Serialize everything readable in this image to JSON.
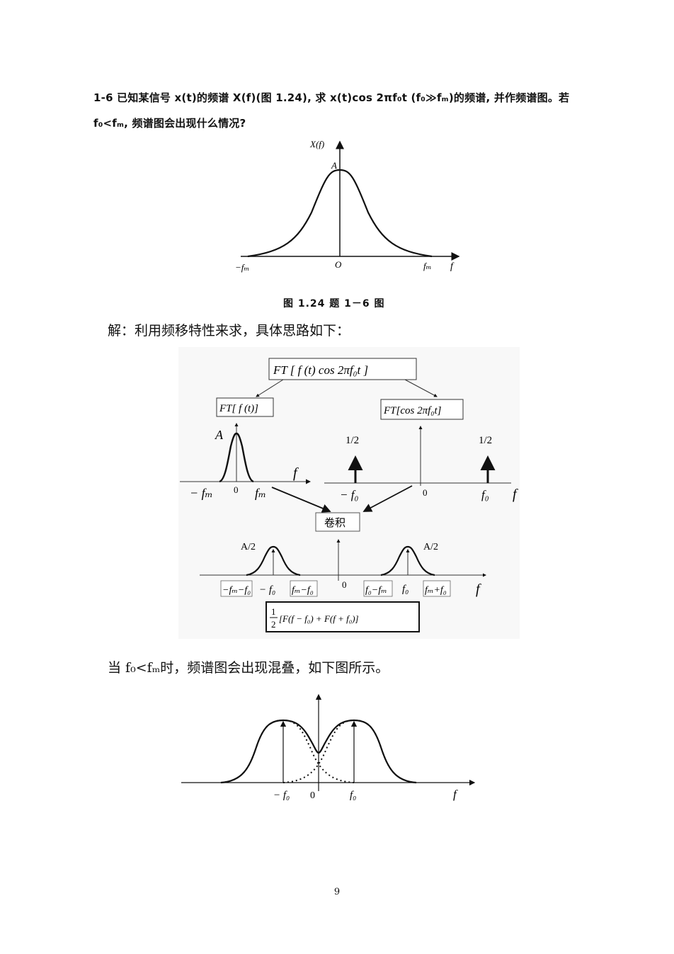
{
  "problem": {
    "line1": "1-6  已知某信号 x(t)的频谱 X(f)(图 1.24), 求 x(t)cos 2πf₀t (f₀≫fₘ)的频谱, 并作频谱图。若",
    "line2": "f₀<fₘ, 频谱图会出现什么情况?"
  },
  "figure1": {
    "y_label": "X(f)",
    "peak_label": "A",
    "origin_label": "O",
    "left_label": "−fₘ",
    "right_label": "fₘ",
    "axis_label": "f",
    "caption": "图 1.24   题 1－6 图"
  },
  "solution_intro": "解：利用频移特性来求，具体思路如下：",
  "diagram": {
    "top_box": "FT [ f (t) cos  2πf₀t ]",
    "left_box": "FT[ f (t)]",
    "right_box": "FT[cos 2πf₀t]",
    "left_peak": "A",
    "left_axis": "f",
    "left_neg": "− fₘ",
    "left_zero": "0",
    "left_pos": "fₘ",
    "impulse_left_label": "1/2",
    "impulse_right_label": "1/2",
    "right_neg": "− f₀",
    "right_zero": "0",
    "right_pos": "f₀",
    "right_axis": "f",
    "conv_box": "卷积",
    "bottom_left_peak": "A/2",
    "bottom_right_peak": "A/2",
    "b_l1": "−fₘ−f₀",
    "b_l2": "− f₀",
    "b_l3": "fₘ−f₀",
    "b_zero": "0",
    "b_r1": "f₀−fₘ",
    "b_r2": "f₀",
    "b_r3": "fₘ+f₀",
    "b_axis": "f",
    "result_num": "1",
    "result_den": "2",
    "result_expr": "[F(f − f₀) + F(f + f₀)]"
  },
  "aliasing_note": "当 f₀<fₘ时，频谱图会出现混叠，如下图所示。",
  "figure3": {
    "neg_label": "− f₀",
    "zero_label": "0",
    "pos_label": "f₀",
    "axis_label": "f"
  },
  "page_number": "9"
}
